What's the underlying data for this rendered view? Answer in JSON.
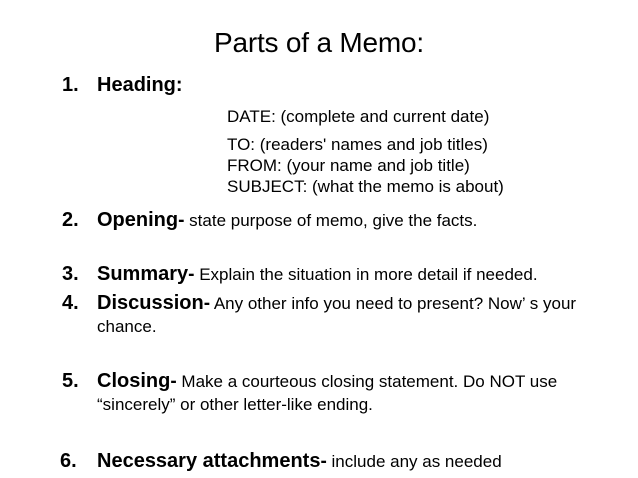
{
  "slide": {
    "title": "Parts of a Memo:",
    "background_color": "#ffffff",
    "text_color": "#000000"
  },
  "outline": {
    "items": [
      {
        "marker": "1.",
        "head": "Heading:",
        "dash": "",
        "desc": "",
        "sublines": [
          {
            "text": "DATE: (complete and current date)",
            "gap_before": false
          },
          {
            "text": "TO: (readers' names and job titles)",
            "gap_before": true
          },
          {
            "text": "FROM: (your name and job title)",
            "gap_before": false
          },
          {
            "text": "SUBJECT: (what the memo is about)",
            "gap_before": false
          }
        ]
      },
      {
        "marker": "2.",
        "head": "Opening",
        "dash": "-",
        "desc": "state purpose of memo, give the facts.",
        "sublines": []
      },
      {
        "marker": "3.",
        "head": "Summary",
        "dash": "-",
        "desc": "Explain the situation in more detail if needed.",
        "sublines": []
      },
      {
        "marker": "4.",
        "head": "Discussion",
        "dash": "-",
        "desc": "Any other info you need to present? Now’ s your chance.",
        "sublines": []
      },
      {
        "marker": "5.",
        "head": "Closing",
        "dash": "-",
        "desc": "Make a courteous closing statement. Do NOT use “sincerely” or other letter-like ending.",
        "sublines": []
      },
      {
        "marker": "6.",
        "head": "Necessary attachments",
        "dash": "-",
        "desc": "include any as needed",
        "sublines": []
      }
    ]
  }
}
